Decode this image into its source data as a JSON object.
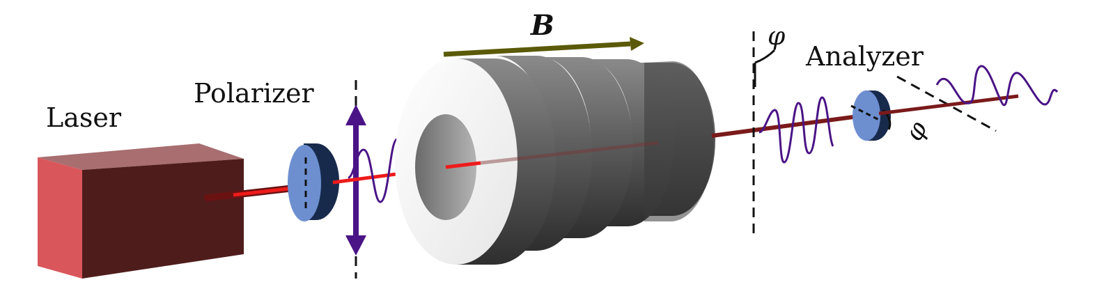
{
  "labels": {
    "laser": "Laser",
    "polarizer": "Polarizer",
    "analyzer": "Analyzer",
    "field": "B",
    "angle_top": "φ",
    "angle_right": "φ"
  },
  "colors": {
    "laser_front": "#4f1c1c",
    "laser_side": "#d9575b",
    "laser_top": "#a86e70",
    "beam": "#ee1b1b",
    "beam_dark": "#7a1a1a",
    "beam_faded": "#7c3434",
    "optic_face": "#6d8fd0",
    "optic_edge": "#182a4c",
    "wave": "#4a1486",
    "field_arrow": "#5a5a08",
    "polarization_arrow": "#4a1486"
  }
}
